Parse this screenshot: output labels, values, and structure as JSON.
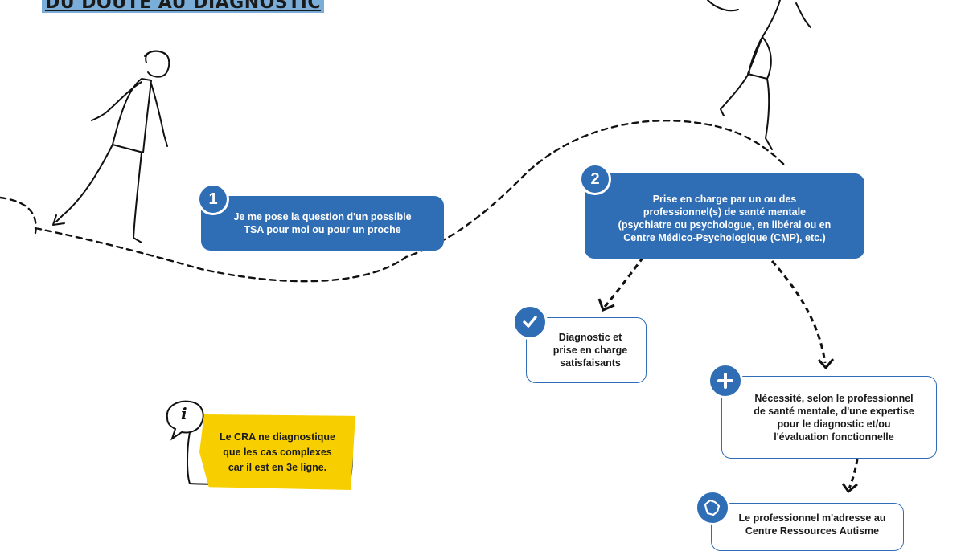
{
  "title": "DU DOUTE AU DIAGNOSTIC",
  "steps": [
    {
      "number": "1",
      "text": "Je me pose la question d'un possible\nTSA pour moi ou pour un proche"
    },
    {
      "number": "2",
      "text": "Prise en charge par un ou des\nprofessionnel(s) de santé mentale\n(psychiatre ou psychologue, en libéral ou en\nCentre Médico-Psychologique (CMP), etc.)"
    }
  ],
  "outcomes": {
    "satisfied": "Diagnostic et\nprise en charge\nsatisfaisants",
    "expertise": "Nécessité, selon le professionnel\nde santé mentale, d'une expertise\npour le diagnostic et/ou\nl'évaluation fonctionnelle",
    "cra": "Le professionnel m'adresse au\nCentre Ressources Autisme"
  },
  "note": {
    "icon_letter": "i",
    "text": "Le CRA ne diagnostique\nque les cas complexes\ncar il est en 3e ligne."
  },
  "icons": {
    "satisfied": "check-icon",
    "expertise": "plus-icon",
    "cra": "france-map-icon",
    "note": "info-bubble-icon"
  },
  "colors": {
    "brand_blue": "#2f6db5",
    "title_highlight": "#7aaed9",
    "note_yellow": "#f7cf00"
  }
}
